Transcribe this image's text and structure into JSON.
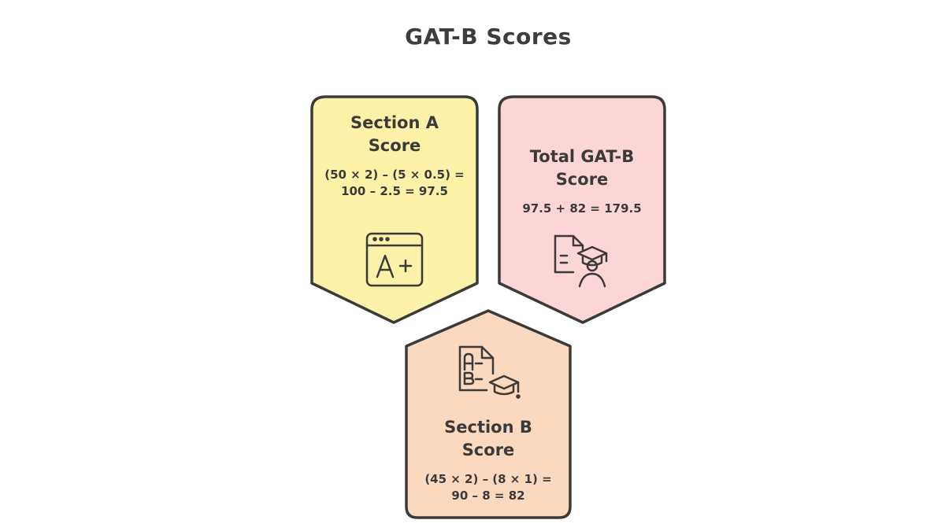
{
  "diagram": {
    "title": "GAT-B Scores",
    "cards": [
      {
        "id": "section-a",
        "title": "Section A Score",
        "formula": "(50 × 2) – (5 × 0.5) = 100 – 2.5 = 97.5",
        "icon": "grade-a-plus-icon",
        "fill": "#fbf2a8"
      },
      {
        "id": "total",
        "title": "Total GAT-B Score",
        "formula": "97.5 + 82 = 179.5",
        "icon": "student-document-icon",
        "fill": "#fcd6d6"
      },
      {
        "id": "section-b",
        "title": "Section B Score",
        "formula": "(45 × 2) – (8 × 1) = 90 – 8 = 82",
        "icon": "ab-quiz-graduation-icon",
        "fill": "#fad9bf"
      }
    ],
    "stroke": "#3a3a3a"
  }
}
